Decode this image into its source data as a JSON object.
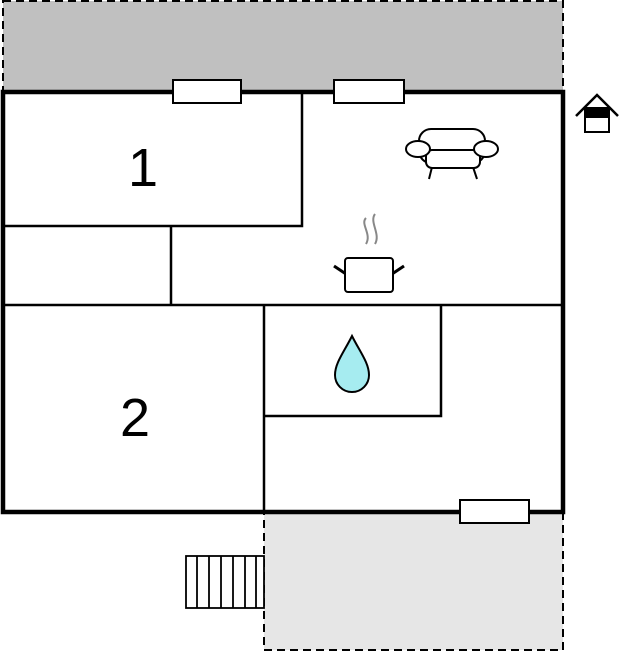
{
  "floorplan": {
    "rooms": [
      {
        "id": "bedroom-1",
        "label": "1"
      },
      {
        "id": "bedroom-2",
        "label": "2"
      }
    ],
    "icons": [
      {
        "name": "sofa-icon",
        "meaning": "living-room"
      },
      {
        "name": "cooking-pot-icon",
        "meaning": "kitchen"
      },
      {
        "name": "water-drop-icon",
        "meaning": "bathroom"
      },
      {
        "name": "house-entrance-icon",
        "meaning": "entrance"
      },
      {
        "name": "stairs-icon",
        "meaning": "stairs"
      }
    ],
    "colors": {
      "terrace_top": "#c0c0c0",
      "terrace_bottom": "#e6e6e6",
      "water_drop": "#a6ecf0",
      "wall": "#000000"
    }
  }
}
